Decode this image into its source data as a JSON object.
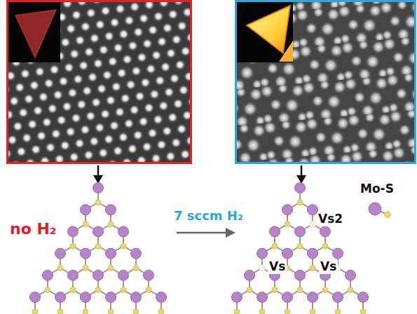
{
  "diagram": {
    "labels": [
      "no H₂",
      "7 sccm H₂",
      "Vs2",
      "Vs",
      "Vs"
    ],
    "legend": [
      {
        "text": "Mo-S"
      }
    ]
  }
}
